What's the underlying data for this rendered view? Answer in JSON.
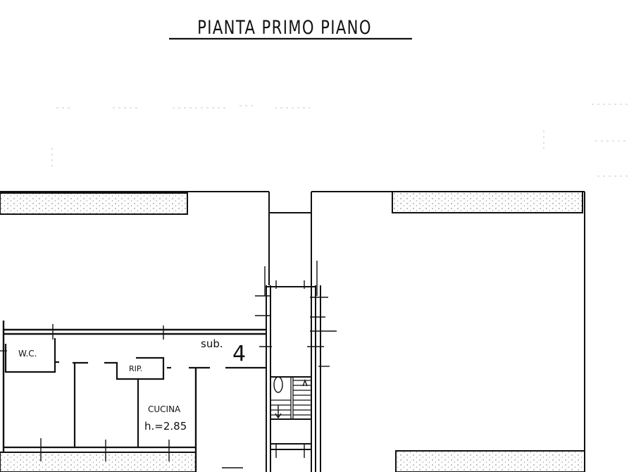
{
  "title": "PIANTA PRIMO PIANO",
  "labels": {
    "wc": "W.C.",
    "rip": "RIP.",
    "cucina": "CUCINA",
    "height": "h.=2.85",
    "sub": "sub.",
    "sub_number": "4"
  },
  "colors": {
    "ink": "#111111",
    "hatch_fill": "#ffffff",
    "hatch_dots": "#555555",
    "faint": "#bbbbbb"
  }
}
